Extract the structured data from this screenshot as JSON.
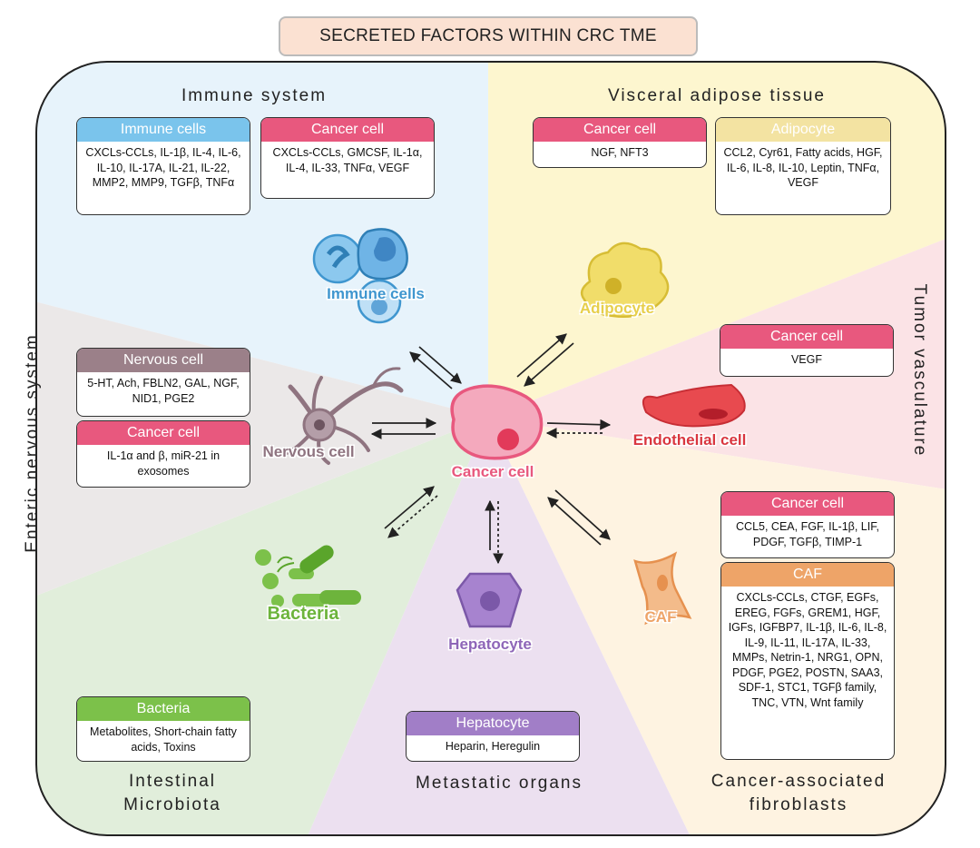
{
  "title": "SECRETED FACTORS WITHIN CRC TME",
  "regions": {
    "immune": "Immune system",
    "adipose": "Visceral adipose tissue",
    "vasculature": "Tumor vasculature",
    "nervous": "Enteric nervous system",
    "microbiota_line1": "Intestinal",
    "microbiota_line2": "Microbiota",
    "metastatic": "Metastatic organs",
    "caf_line1": "Cancer-associated",
    "caf_line2": "fibroblasts"
  },
  "boxes": {
    "immune_cells": {
      "header": "Immune cells",
      "body": "CXCLs-CCLs, IL-1β, IL-4, IL-6, IL-10, IL-17A, IL-21, IL-22, MMP2, MMP9, TGFβ, TNFα"
    },
    "immune_cancer": {
      "header": "Cancer cell",
      "body": "CXCLs-CCLs, GMCSF, IL-1α, IL-4, IL-33, TNFα, VEGF"
    },
    "adipose_cancer": {
      "header": "Cancer cell",
      "body": "NGF, NFT3"
    },
    "adipocyte": {
      "header": "Adipocyte",
      "body": "CCL2, Cyr61, Fatty acids, HGF, IL-6, IL-8, IL-10, Leptin, TNFα, VEGF"
    },
    "vasc_cancer": {
      "header": "Cancer cell",
      "body": "VEGF"
    },
    "nervous_cell": {
      "header": "Nervous cell",
      "body": "5-HT, Ach, FBLN2, GAL, NGF, NID1, PGE2"
    },
    "nervous_cancer": {
      "header": "Cancer cell",
      "body": "IL-1α and β, miR-21 in exosomes"
    },
    "caf_cancer": {
      "header": "Cancer cell",
      "body": "CCL5, CEA, FGF, IL-1β, LIF, PDGF, TGFβ, TIMP-1"
    },
    "caf": {
      "header": "CAF",
      "body": "CXCLs-CCLs, CTGF, EGFs, EREG, FGFs, GREM1, HGF, IGFs, IGFBP7, IL-1β, IL-6, IL-8, IL-9, IL-11, IL-17A, IL-33, MMPs, Netrin-1, NRG1, OPN, PDGF, PGE2, POSTN, SAA3, SDF-1, STC1, TGFβ family, TNC, VTN, Wnt family"
    },
    "bacteria": {
      "header": "Bacteria",
      "body": "Metabolites, Short-chain fatty acids, Toxins"
    },
    "hepatocyte": {
      "header": "Hepatocyte",
      "body": "Heparin, Heregulin"
    }
  },
  "cell_labels": {
    "immune": "Immune cells",
    "adipocyte": "Adipocyte",
    "endothelial": "Endothelial cell",
    "nervous": "Nervous cell",
    "cancer": "Cancer cell",
    "bacteria": "Bacteria",
    "hepatocyte": "Hepatocyte",
    "caf": "CAF"
  },
  "colors": {
    "immune_bg": "#e7f3fb",
    "adipose_bg": "#fdf6cf",
    "vasc_bg": "#fbe3e6",
    "caf_bg": "#fef3e1",
    "metastatic_bg": "#ece0f0",
    "microbiota_bg": "#e1eedb",
    "nervous_bg": "#ebe8e8",
    "cancer": "#e8587e",
    "immune": "#3f96cf",
    "adipocyte": "#e7cf4b",
    "endothelial": "#d9363f",
    "nervous": "#8f7480",
    "bacteria": "#6db43c",
    "hepatocyte": "#8e66b8",
    "caf": "#eea468"
  }
}
